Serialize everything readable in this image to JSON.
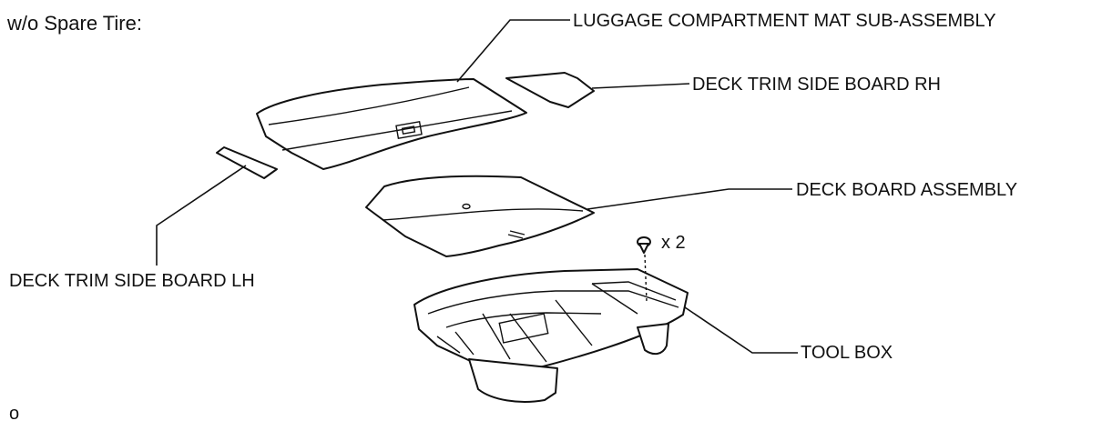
{
  "heading": "w/o Spare Tire:",
  "callouts": {
    "mat": "LUGGAGE COMPARTMENT MAT SUB-ASSEMBLY",
    "side_rh": "DECK TRIM SIDE BOARD RH",
    "deck_board": "DECK BOARD ASSEMBLY",
    "side_lh": "DECK TRIM SIDE BOARD LH",
    "tool_box": "TOOL BOX",
    "clip_qty": "x 2"
  },
  "corner_mark": "o",
  "colors": {
    "line": "#111111",
    "background": "#ffffff"
  }
}
